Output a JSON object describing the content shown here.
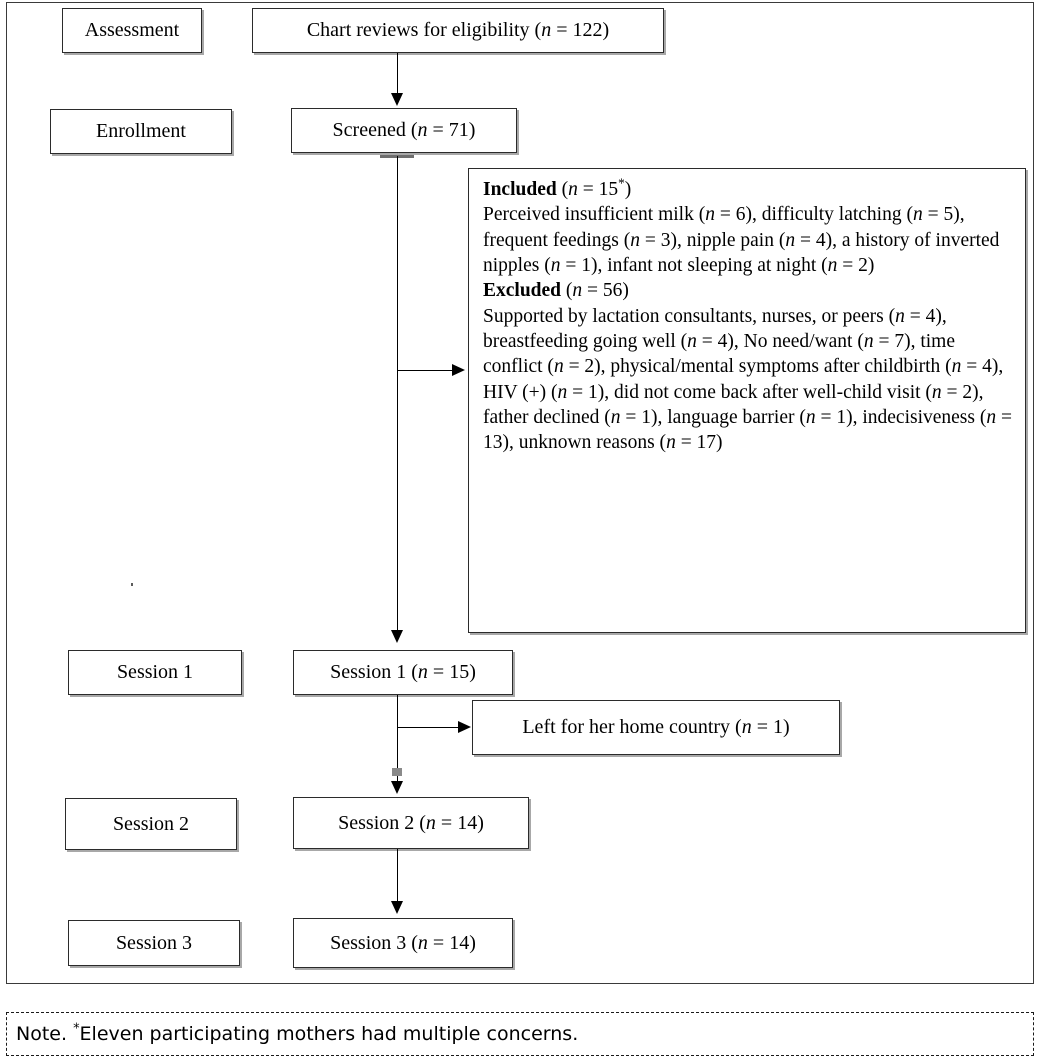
{
  "figure": {
    "type": "participant-flow-diagram",
    "stages": [
      {
        "id": "assessment",
        "label": "Assessment"
      },
      {
        "id": "enrollment",
        "label": "Enrollment"
      },
      {
        "id": "session1",
        "label": "Session 1"
      },
      {
        "id": "session2",
        "label": "Session 2"
      },
      {
        "id": "session3",
        "label": "Session 3"
      }
    ],
    "nodes": {
      "chart_reviews": {
        "text_prefix": "Chart reviews for eligibility (",
        "n_label": "n",
        "n_value": "= 122",
        "text_suffix": ")"
      },
      "screened": {
        "text_prefix": "Screened (",
        "n_label": "n",
        "n_value": "= 71",
        "text_suffix": ")"
      },
      "session1": {
        "text_prefix": "Session 1 (",
        "n_label": "n",
        "n_value": "= 15",
        "text_suffix": ")"
      },
      "session2": {
        "text_prefix": "Session 2 (",
        "n_label": "n",
        "n_value": "= 14",
        "text_suffix": ")"
      },
      "session3": {
        "text_prefix": "Session 3 (",
        "n_label": "n",
        "n_value": "= 14",
        "text_suffix": ")"
      },
      "left_home": {
        "text_prefix": "Left for her home country (",
        "n_label": "n",
        "n_value": "= 1",
        "text_suffix": ")"
      }
    },
    "detail_box": {
      "included": {
        "heading": "Included",
        "heading_count_open": "(",
        "heading_n": "n",
        "heading_value": "= 15",
        "heading_star": "*",
        "heading_count_close": ")",
        "body": "Perceived insufficient milk (n = 6), difficulty latching (n = 5), frequent feedings (n = 3), nipple pain (n = 4), a history of inverted nipples (n = 1), infant not sleeping at night (n = 2)",
        "reasons": [
          {
            "reason": "Perceived insufficient milk",
            "n": 6
          },
          {
            "reason": "difficulty latching",
            "n": 5
          },
          {
            "reason": "frequent feedings",
            "n": 3
          },
          {
            "reason": "nipple pain",
            "n": 4
          },
          {
            "reason": "a history of inverted nipples",
            "n": 1
          },
          {
            "reason": "infant not sleeping at night",
            "n": 2
          }
        ]
      },
      "excluded": {
        "heading": "Excluded",
        "heading_count_open": "(",
        "heading_n": "n",
        "heading_value": "= 56",
        "heading_count_close": ")",
        "body": "Supported by lactation consultants, nurses, or peers (n = 4), breastfeeding going well (n = 4), No need/want (n = 7), time conflict (n = 2), physical/mental symptoms after childbirth (n = 4), HIV (+) (n = 1), did not come back after well-child visit (n = 2), father declined (n = 1), language barrier (n = 1), indecisiveness (n = 13), unknown reasons (n = 17)",
        "reasons": [
          {
            "reason": "Supported by lactation consultants, nurses, or peers",
            "n": 4
          },
          {
            "reason": "breastfeeding going well",
            "n": 4
          },
          {
            "reason": "No need/want",
            "n": 7
          },
          {
            "reason": "time conflict",
            "n": 2
          },
          {
            "reason": "physical/mental symptoms after childbirth",
            "n": 4
          },
          {
            "reason": "HIV (+)",
            "n": 1
          },
          {
            "reason": "did not come back after well-child visit",
            "n": 2
          },
          {
            "reason": "father declined",
            "n": 1
          },
          {
            "reason": "language barrier",
            "n": 1
          },
          {
            "reason": "indecisiveness",
            "n": 13
          },
          {
            "reason": "unknown reasons",
            "n": 17
          }
        ]
      },
      "rendered_lines": [
        "Included (n = 15*)",
        "Perceived insufficient milk (n = 6), difficulty",
        "latching (n = 5), frequent feedings (n = 3), nipple",
        "pain (n = 4), a history of inverted nipples (n = 1),",
        "infant not sleeping at night (n = 2)",
        "Excluded (n = 56)",
        "Supported by lactation consultants, nurses, or peers",
        "(n = 4), breastfeeding going well (n = 4), No",
        "need/want (n = 7), time conflict (n = 2),",
        "physical/mental symptoms after childbirth (n = 4),",
        "HIV (+) (n = 1), did not come back after well-child",
        "visit (n = 2), father declined (n = 1), language",
        "barrier (n = 1), indecisiveness (n = 13), unknown",
        "reasons (n = 17)"
      ]
    },
    "note": {
      "prefix": "Note.",
      "star": "*",
      "text": "Eleven participating mothers had multiple concerns."
    },
    "colors": {
      "line": "#000000",
      "box_border": "#2b2b2b",
      "box_shadow": "#a8a8a8",
      "frame": "#3a3a3a",
      "background": "#ffffff",
      "text": "#000000"
    }
  }
}
